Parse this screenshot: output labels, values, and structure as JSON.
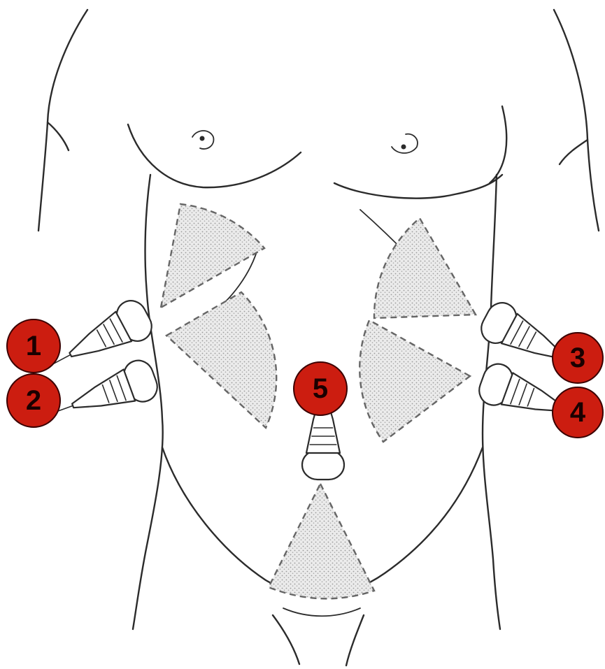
{
  "markers": [
    {
      "id": "1",
      "label": "1"
    },
    {
      "id": "2",
      "label": "2"
    },
    {
      "id": "3",
      "label": "3"
    },
    {
      "id": "4",
      "label": "4"
    },
    {
      "id": "5",
      "label": "5"
    }
  ],
  "colors": {
    "marker_fill": "#cc1d10",
    "marker_text": "#1a0000",
    "outline": "#2b2b2b",
    "sector_dots": "#9a9a9a"
  },
  "icons": [
    "ultrasound-probe-icon"
  ]
}
